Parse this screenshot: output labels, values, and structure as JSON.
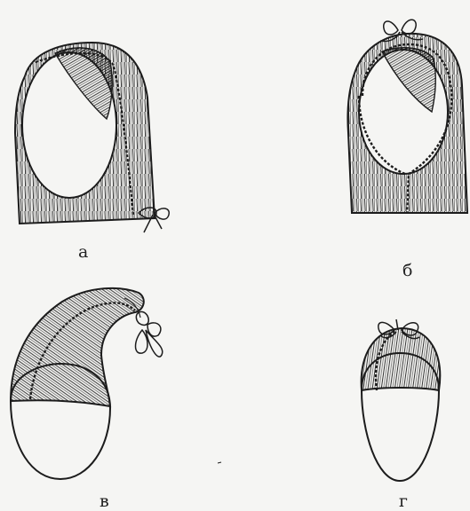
{
  "figures": [
    {
      "id": "a",
      "label": "а"
    },
    {
      "id": "b",
      "label": "б"
    },
    {
      "id": "v",
      "label": "в"
    },
    {
      "id": "g",
      "label": "г"
    }
  ],
  "colors": {
    "ink": "#1c1c1c",
    "paper": "#f5f5f3"
  }
}
